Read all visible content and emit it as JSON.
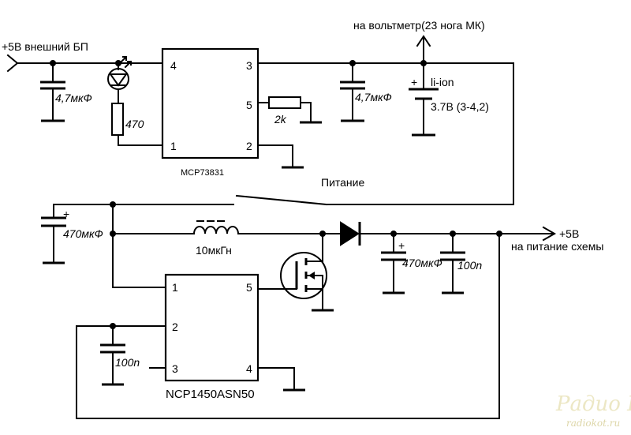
{
  "labels": {
    "input": "+5В внешний БП",
    "voltmeter": "на вольтметр(23 нога МК)",
    "cap_in": "4,7мкФ",
    "resistor_led": "470",
    "resistor_prog": "2k",
    "cap_batt": "4,7мкФ",
    "battery_type": "li-ion",
    "battery_voltage": "3.7В (3-4,2)",
    "battery_plus": "+",
    "chip1_name": "MCP73831",
    "switch_label": "Питание",
    "cap_470_left": "470мкФ",
    "cap_470_right": "470мкФ",
    "plus_left": "+",
    "plus_right": "+",
    "inductor": "10мкГн",
    "cap_100n_right": "100n",
    "cap_100n_left": "100n",
    "output_voltage": "+5В",
    "output_desc": "на питание схемы",
    "chip2_name": "NCP1450ASN50"
  },
  "chip1_pins": {
    "p4": "4",
    "p3": "3",
    "p5": "5",
    "p1": "1",
    "p2": "2"
  },
  "chip2_pins": {
    "p1": "1",
    "p5": "5",
    "p2": "2",
    "p3": "3",
    "p4": "4"
  },
  "watermark": {
    "title": "Радио КОТ",
    "url": "radiokot.ru"
  }
}
